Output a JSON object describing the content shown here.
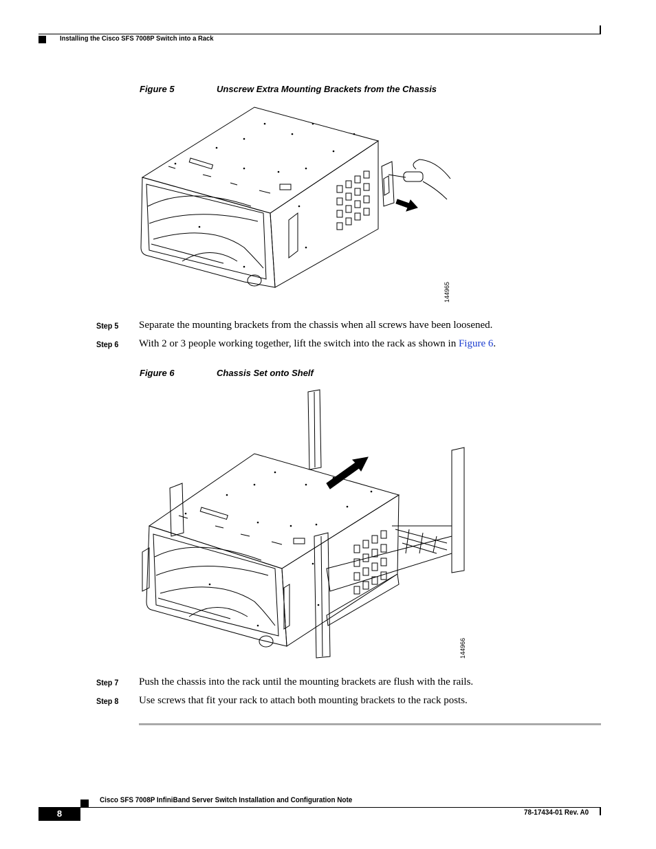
{
  "header": {
    "section_title": "Installing the Cisco SFS 7008P Switch into a Rack"
  },
  "figure5": {
    "number": "Figure 5",
    "title": "Unscrew Extra Mounting Brackets from the Chassis",
    "image_id": "144965"
  },
  "steps_a": [
    {
      "label": "Step 5",
      "text": "Separate the mounting brackets from the chassis when all screws have been loosened."
    },
    {
      "label": "Step 6",
      "text_before": "With 2 or 3 people working together, lift the switch into the rack as shown in ",
      "link": "Figure 6",
      "text_after": "."
    }
  ],
  "figure6": {
    "number": "Figure 6",
    "title": "Chassis Set onto Shelf",
    "image_id": "144966"
  },
  "steps_b": [
    {
      "label": "Step 7",
      "text": "Push the chassis into the rack until the mounting brackets are flush with the rails."
    },
    {
      "label": "Step 8",
      "text": "Use screws that fit your rack to attach both mounting brackets to the rack posts."
    }
  ],
  "footer": {
    "doc_title": "Cisco SFS 7008P InfiniBand Server Switch Installation and Configuration Note",
    "page_number": "8",
    "doc_number": "78-17434-01 Rev. A0"
  }
}
